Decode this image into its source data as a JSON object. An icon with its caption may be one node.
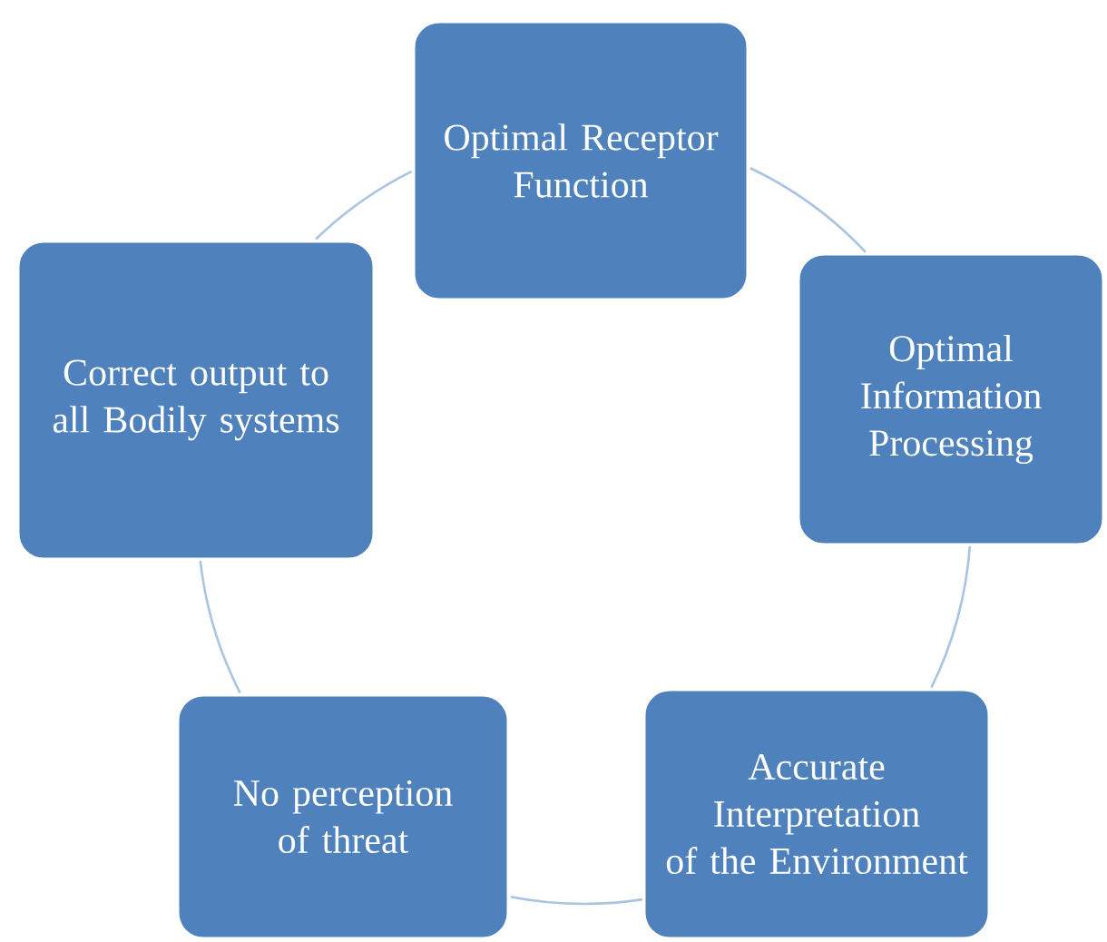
{
  "diagram": {
    "nodes": [
      {
        "text": [
          "Optimal Receptor Function"
        ]
      },
      {
        "text": [
          "Optimal Information Processing"
        ]
      },
      {
        "text": [
          "Accurate Interpretation of the Environment"
        ]
      },
      {
        "text": [
          "No perception of threat"
        ]
      },
      {
        "text": [
          "Correct output to all Bodily systems"
        ]
      }
    ],
    "edges": [
      {
        "from": 0,
        "to": 1,
        "arrow": "none"
      },
      {
        "from": 1,
        "to": 2,
        "arrow": "none"
      },
      {
        "from": 2,
        "to": 3,
        "arrow": "none"
      },
      {
        "from": 3,
        "to": 4,
        "arrow": "none"
      },
      {
        "from": 4,
        "to": 0,
        "arrow": "none"
      }
    ]
  }
}
